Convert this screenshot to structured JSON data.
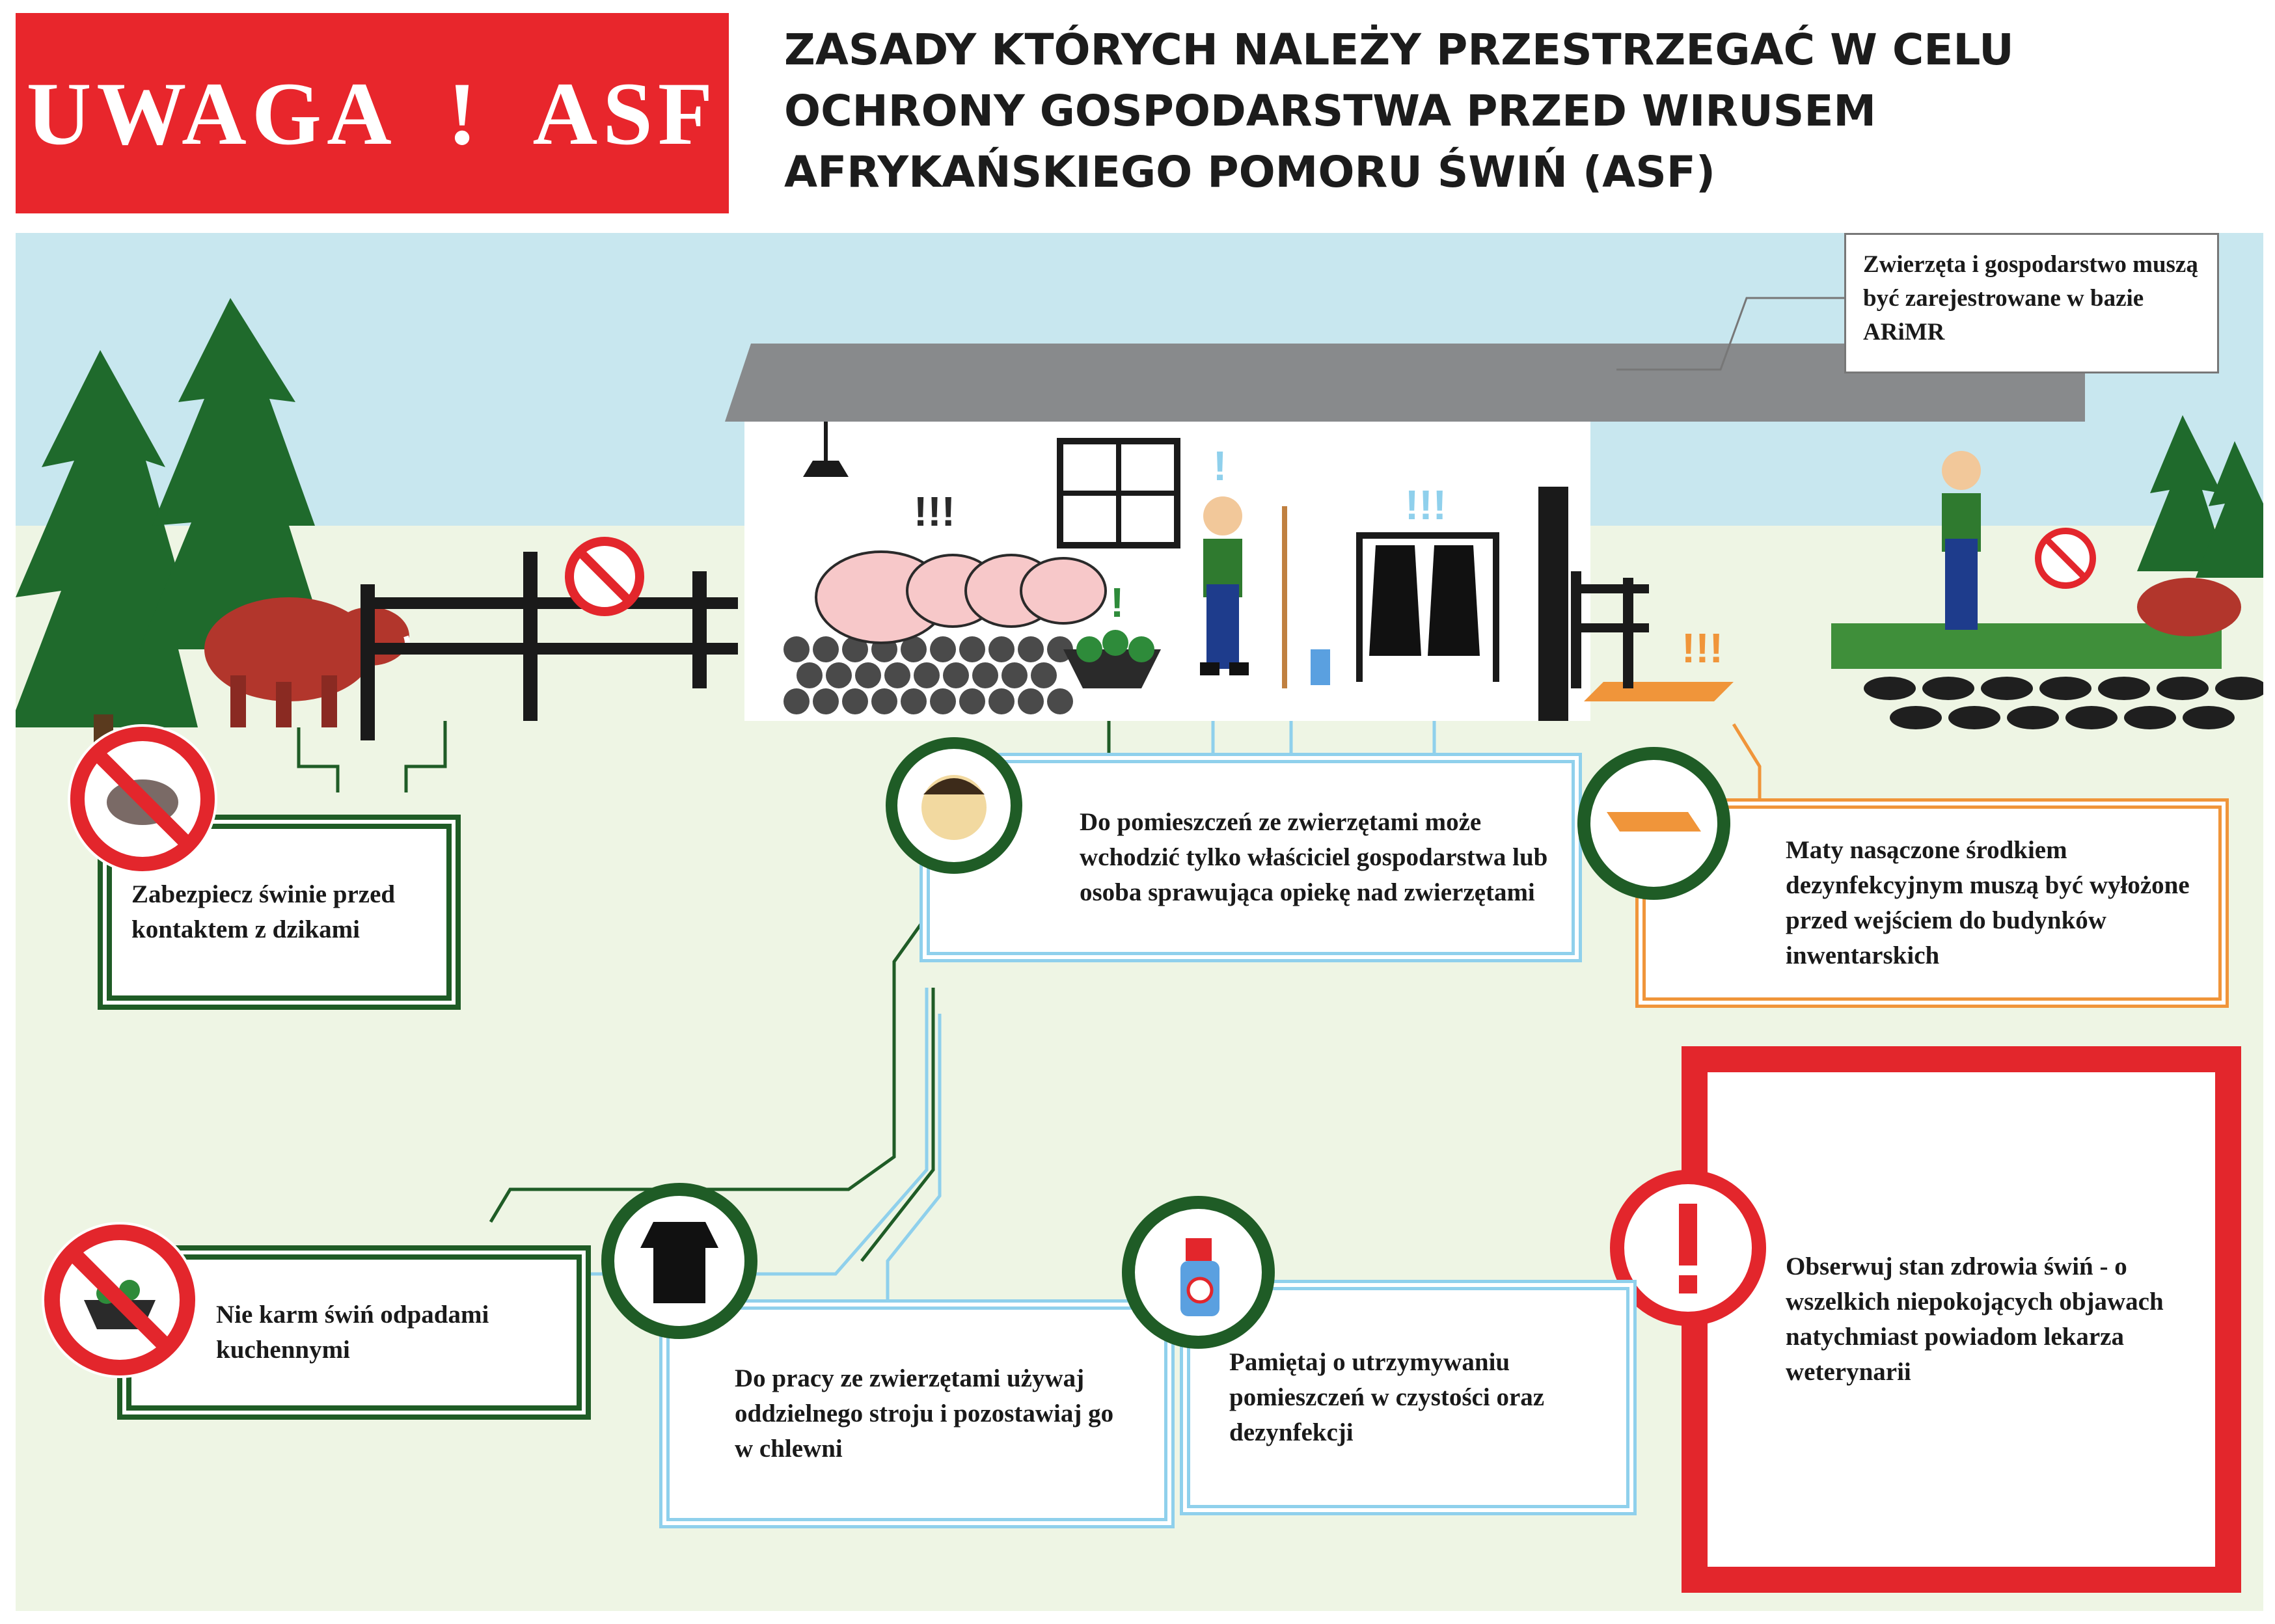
{
  "header": {
    "banner": "UWAGA  !  ASF",
    "title": "ZASADY KTÓRYCH NALEŻY PRZESTRZEGAĆ W CELU OCHRONY GOSPODARSTWA PRZED WIRUSEM AFRYKAŃSKIEGO POMORU ŚWIŃ (ASF)"
  },
  "callouts": {
    "registration": "Zwierzęta i gospodarstwo muszą być zarejestrowane w bazie ARiMR"
  },
  "rules": {
    "wild_boars": "Zabezpiecz świnie przed kontaktem z dzikami",
    "access": "Do pomieszczeń ze zwierzętami może wchodzić tylko właściciel gospodarstwa lub osoba sprawująca opiekę nad zwierzętami",
    "mats": "Maty nasączone środkiem dezynfekcyjnym muszą być wyłożone przed wejściem do budynków inwentarskich",
    "kitchen_waste": "Nie karm świń odpadami kuchennymi",
    "clothing": "Do pracy ze zwierzętami używaj oddzielnego stroju i pozostawiaj go w chlewni",
    "cleanliness": "Pamiętaj o utrzymywaniu pomieszczeń w czystości oraz dezynfekcji",
    "health": "Obserwuj stan zdrowia świń - o wszelkich niepokojących objawach natychmiast powiadom lekarza weterynarii"
  },
  "marks": {
    "pigs": "!!!",
    "farmer": "!",
    "feed": "!",
    "clothes": "!!!",
    "mat": "!!!"
  },
  "colors": {
    "banner_red": "#e8262c",
    "sky": "#c8e7ef",
    "ground": "#eef5e4",
    "green_frame": "#1f5c26",
    "blue_frame": "#8fd0ec",
    "orange_frame": "#f0953a",
    "alert_red": "#e3262c"
  },
  "icons": [
    "no-wild-boar-icon",
    "worker-face-icon",
    "disinfection-mat-icon",
    "no-kitchen-waste-icon",
    "apron-icon",
    "disinfectant-spray-icon",
    "exclamation-icon"
  ]
}
